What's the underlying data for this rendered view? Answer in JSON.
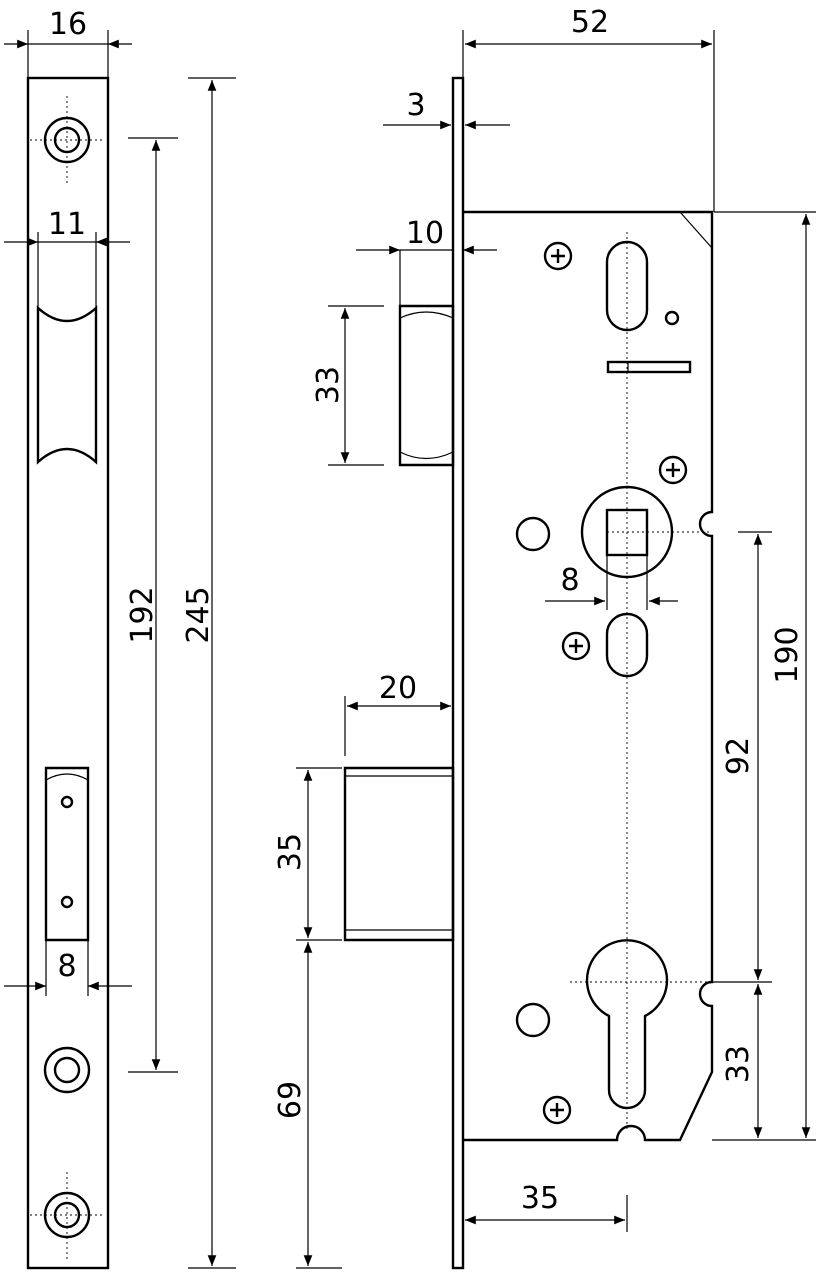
{
  "dimensions": {
    "faceplate_width": "16",
    "latch_opening_width": "11",
    "bolt_opening_width": "8",
    "screw_spacing": "192",
    "faceplate_length": "245",
    "case_depth": "52",
    "faceplate_thickness": "3",
    "latch_projection": "10",
    "latch_height": "33",
    "bolt_projection": "20",
    "bolt_height": "35",
    "bolt_to_bottom": "69",
    "backset": "35",
    "spindle_square": "8",
    "handle_to_cylinder": "92",
    "cylinder_to_case_bottom": "33",
    "case_height": "190"
  },
  "colors": {
    "stroke": "#000000",
    "background": "#ffffff"
  }
}
